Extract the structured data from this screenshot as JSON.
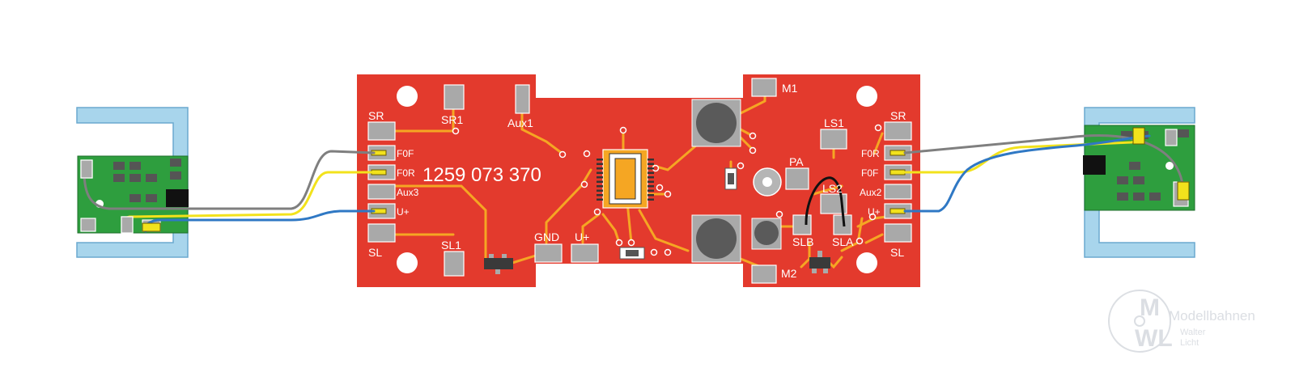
{
  "main_board": {
    "part_number": "1259 073 370",
    "labels": {
      "sr_left": "SR",
      "sr1": "SR1",
      "aux1": "Aux1",
      "m1": "M1",
      "ls1": "LS1",
      "sr_right": "SR",
      "fof_left": "F0F",
      "for_left": "F0R",
      "aux3": "Aux3",
      "uplus_left": "U+",
      "pa": "PA",
      "ls2": "LS2",
      "for_right": "F0R",
      "fof_right": "F0F",
      "aux2": "Aux2",
      "uplus_right": "U+",
      "sl_left": "SL",
      "sl1": "SL1",
      "gnd": "GND",
      "uplus_center": "U+",
      "slb": "SLB",
      "sla": "SLA",
      "m2": "M2",
      "sl_right": "SL"
    }
  },
  "watermark": {
    "initials_top": "M",
    "initials_bottom": "WL",
    "brand": "Modellbahnen",
    "name_line1": "Walter",
    "name_line2": "Licht"
  },
  "colors": {
    "board_red": "#e33a2d",
    "trace_orange": "#f5a623",
    "pad_gray": "#a9a9a9",
    "holder_blue": "#a8d5ec",
    "small_board_green": "#2e9e3e",
    "wire_gray": "#7f7f7f",
    "wire_yellow": "#f2e21c",
    "wire_blue": "#2f78c4",
    "wire_black": "#111111"
  }
}
